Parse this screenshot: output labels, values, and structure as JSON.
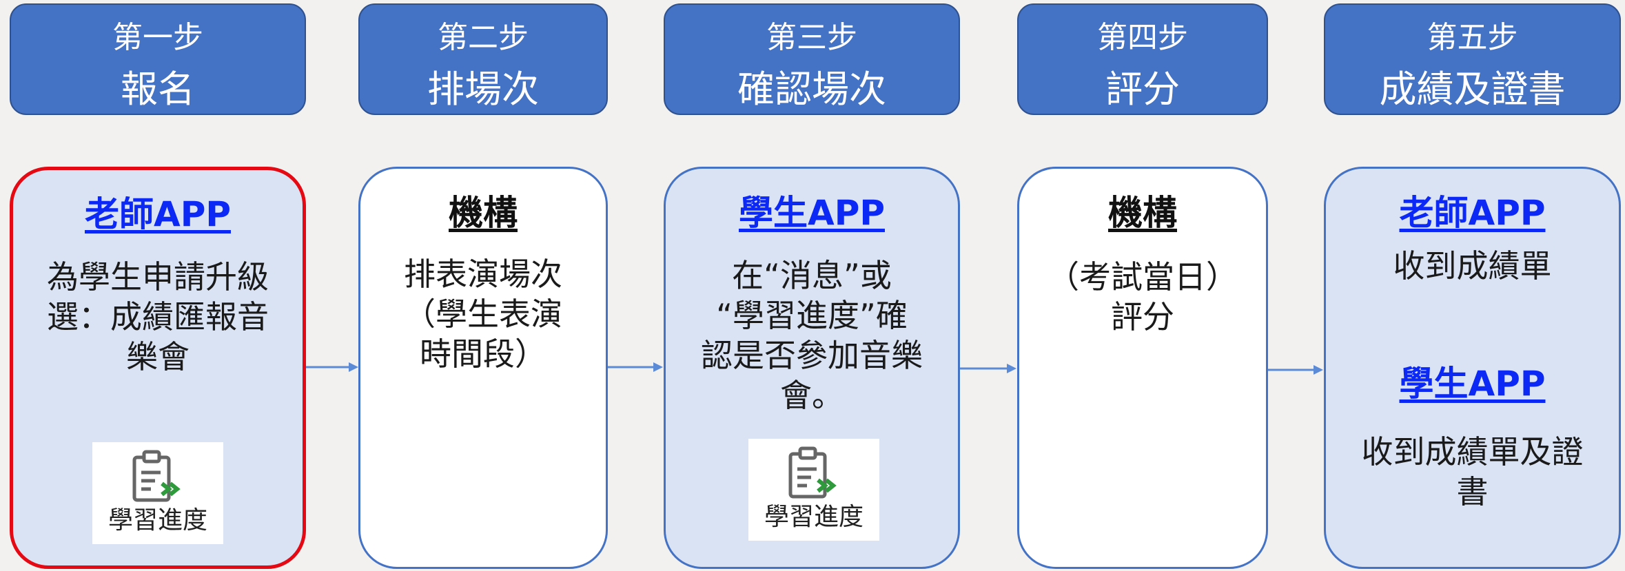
{
  "steps": [
    {
      "step": "第一步",
      "name": "報名"
    },
    {
      "step": "第二步",
      "name": "排場次"
    },
    {
      "step": "第三步",
      "name": "確認場次"
    },
    {
      "step": "第四步",
      "name": "評分"
    },
    {
      "step": "第五步",
      "name": "成績及證書"
    }
  ],
  "cards": [
    {
      "title": "老師APP",
      "body": "為學生申請升級\n選：成績匯報音\n樂會",
      "badge": "學習進度"
    },
    {
      "title": "機構",
      "body": "排表演場次\n（學生表演\n時間段）"
    },
    {
      "title": "學生APP",
      "body": "在“消息”或\n“學習進度”確\n認是否參加音樂\n會。",
      "badge": "學習進度"
    },
    {
      "title": "機構",
      "body": "（考試當日）\n評分"
    },
    {
      "title": "老師APP",
      "body": "收到成績單",
      "title2": "學生APP",
      "body2": "收到成績單及證\n書"
    }
  ],
  "colors": {
    "header": "#4472c4",
    "card_blue": "#dae3f3",
    "link": "#0b28f5",
    "highlight_border": "#e50914"
  },
  "icons": [
    "progress-clipboard-icon",
    "arrow-right-icon"
  ]
}
